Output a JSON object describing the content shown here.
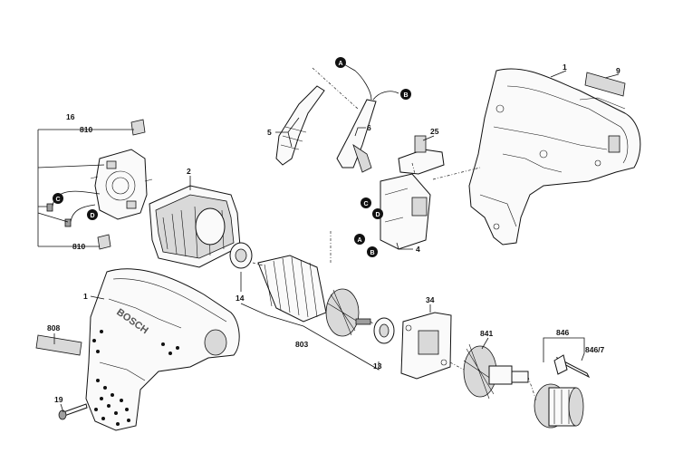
{
  "callouts": {
    "p1_top": "1",
    "p9": "9",
    "p16": "16",
    "p810_top": "810",
    "p810_bottom": "810",
    "p2": "2",
    "p5": "5",
    "p6": "6",
    "p25": "25",
    "p4": "4",
    "p14": "14",
    "p803": "803",
    "p13": "13",
    "p34": "34",
    "p841": "841",
    "p846": "846",
    "p846_7": "846/7",
    "p1_bottom": "1",
    "p808": "808",
    "p19": "19"
  },
  "connectors": {
    "a_top": "A",
    "b_top": "B",
    "c_left": "C",
    "d_left": "D",
    "c_right": "C",
    "d_right": "D",
    "a_right": "A",
    "b_right": "B"
  },
  "logo": "BOSCH"
}
